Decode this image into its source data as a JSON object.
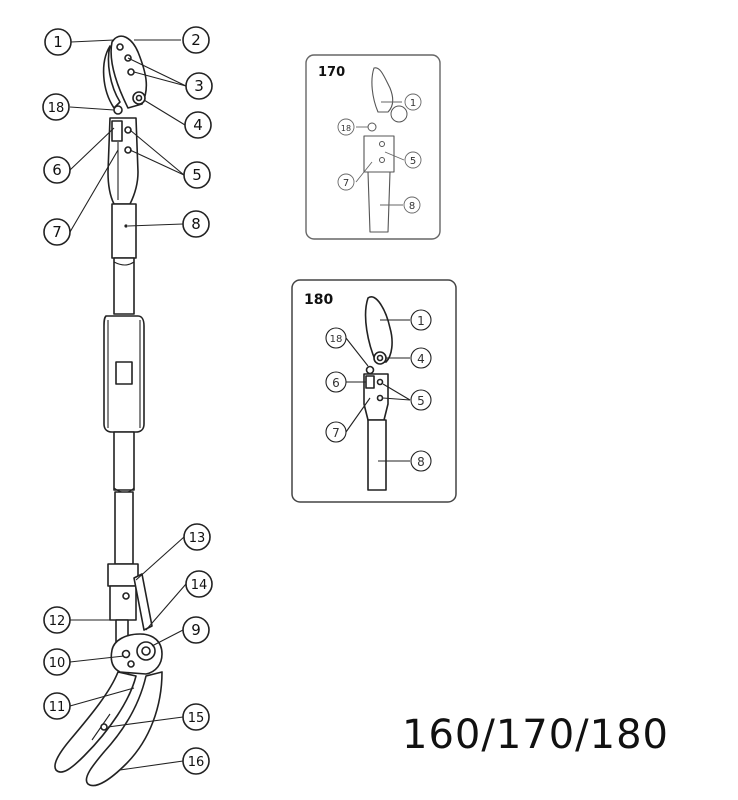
{
  "main_callouts": [
    "1",
    "2",
    "3",
    "18",
    "4",
    "6",
    "5",
    "7",
    "8",
    "13",
    "14",
    "12",
    "9",
    "10",
    "11",
    "15",
    "16"
  ],
  "panel_170": {
    "title": "170",
    "callouts": [
      "1",
      "18",
      "5",
      "7",
      "8"
    ]
  },
  "panel_180": {
    "title": "180",
    "callouts": [
      "1",
      "18",
      "4",
      "6",
      "5",
      "7",
      "8"
    ]
  },
  "model_label": "160/170/180",
  "colors": {
    "line": "#222222",
    "panel_border": "#555555",
    "background": "#ffffff"
  }
}
